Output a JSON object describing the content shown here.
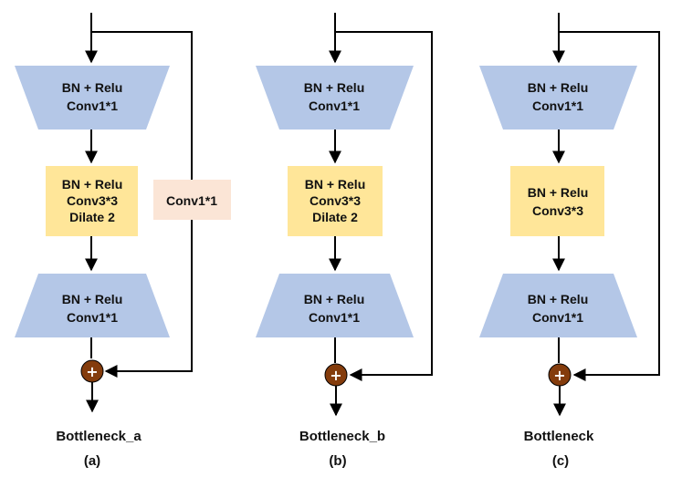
{
  "colors": {
    "bn_block": "#b4c7e7",
    "conv3_block": "#ffe699",
    "shortcut_conv_block": "#fbe5d6",
    "add_node": "#843c0c",
    "line": "#000000"
  },
  "panels": [
    {
      "id": "a",
      "top_block": {
        "line1": "BN + Relu",
        "line2": "Conv1*1"
      },
      "mid_block": {
        "line1": "BN + Relu",
        "line2": "Conv3*3",
        "line3": "Dilate 2"
      },
      "bottom_block": {
        "line1": "BN + Relu",
        "line2": "Conv1*1"
      },
      "shortcut_block": {
        "label": "Conv1*1"
      },
      "add_symbol": "+",
      "name": "Bottleneck_a",
      "label": "(a)"
    },
    {
      "id": "b",
      "top_block": {
        "line1": "BN + Relu",
        "line2": "Conv1*1"
      },
      "mid_block": {
        "line1": "BN + Relu",
        "line2": "Conv3*3",
        "line3": "Dilate 2"
      },
      "bottom_block": {
        "line1": "BN + Relu",
        "line2": "Conv1*1"
      },
      "add_symbol": "+",
      "name": "Bottleneck_b",
      "label": "(b)"
    },
    {
      "id": "c",
      "top_block": {
        "line1": "BN + Relu",
        "line2": "Conv1*1"
      },
      "mid_block": {
        "line1": "BN + Relu",
        "line2": "Conv3*3"
      },
      "bottom_block": {
        "line1": "BN + Relu",
        "line2": "Conv1*1"
      },
      "add_symbol": "+",
      "name": "Bottleneck",
      "label": "(c)"
    }
  ]
}
